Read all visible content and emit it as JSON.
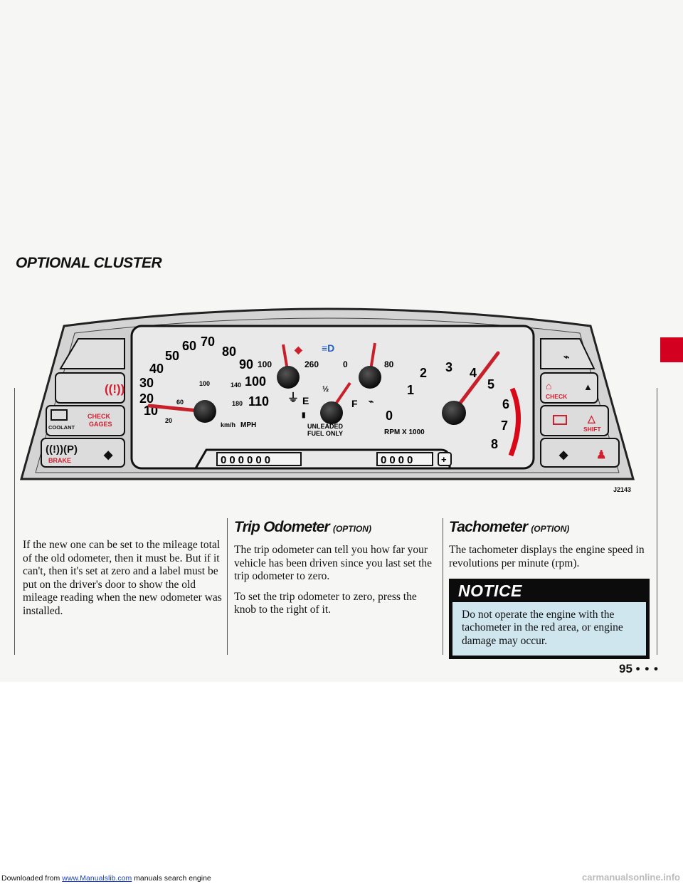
{
  "page": {
    "section_title": "OPTIONAL CLUSTER",
    "figure_code": "J2143",
    "page_number": "95",
    "page_dots": "• • •"
  },
  "cluster": {
    "speedo_kmh": [
      "20",
      "60",
      "100",
      "140",
      "180"
    ],
    "speedo_mph": [
      "10",
      "20",
      "30",
      "40",
      "50",
      "60",
      "70",
      "80",
      "90",
      "100",
      "110"
    ],
    "speedo_units_kmh": "km/h",
    "speedo_units_mph": "MPH",
    "temp_labels": [
      "100",
      "260"
    ],
    "fuel_labels": [
      "E",
      "½",
      "F"
    ],
    "fuel_note_line1": "UNLEADED",
    "fuel_note_line2": "FUEL ONLY",
    "oil_labels": [
      "0",
      "80"
    ],
    "tach_labels": [
      "0",
      "1",
      "2",
      "3",
      "4",
      "5",
      "6",
      "7",
      "8"
    ],
    "tach_units": "RPM X 1000",
    "odometer_digits": "000000",
    "trip_digits": "0000",
    "left_warnings": {
      "check_gages_line1": "CHECK",
      "check_gages_line2": "GAGES",
      "coolant": "COOLANT",
      "brake": "BRAKE"
    },
    "right_warnings": {
      "check": "CHECK",
      "shift": "SHIFT"
    }
  },
  "col1": {
    "paragraph": "If the new one can be set to the mileage total of the old odometer, then it must be. But if it can't, then it's set at zero and a label must be put on the driver's door to show the old mileage reading when the new odometer was installed."
  },
  "col2": {
    "heading": "Trip Odometer",
    "heading_option": "(OPTION)",
    "paragraph1": "The trip odometer can tell you how far your vehicle has been driven since you last set the trip odometer to zero.",
    "paragraph2": "To set the trip odometer to zero, press the knob to the right of it."
  },
  "col3": {
    "heading": "Tachometer",
    "heading_option": "(OPTION)",
    "paragraph": "The tachometer displays the engine speed in revolutions per minute (rpm).",
    "notice_title": "NOTICE",
    "notice_body": "Do not operate the engine with the tachometer in the red area, or engine damage may occur."
  },
  "footer": {
    "prefix": "Downloaded from",
    "link": "www.Manualslib.com",
    "suffix": "manuals search engine",
    "watermark": "carmanualsonline.info"
  },
  "colors": {
    "needle": "#c8202a",
    "red_zone": "#d80818",
    "notice_bg": "#cfe6ef",
    "tab_red": "#d40020"
  }
}
